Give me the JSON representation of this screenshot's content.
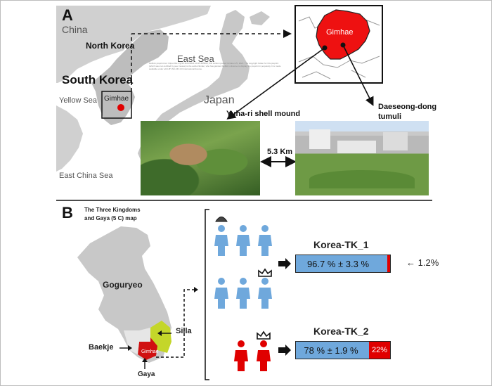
{
  "panel_a": {
    "letter": "A",
    "labels": {
      "china": "China",
      "north_korea": "North Korea",
      "south_korea": "South Korea",
      "east_sea": "East Sea",
      "japan": "Japan",
      "yellow_sea": "Yellow Sea",
      "gimhae": "Gimhae",
      "gimhae_inset": "Gimhae",
      "east_china_sea": "East China Sea",
      "yuha_ri": "Yuha-ri shell mound",
      "daeseong_dong_1": "Daeseong-dong",
      "daeseong_dong_2": "tumuli",
      "distance": "5.3 Km"
    },
    "watermark": [
      "bioRxiv preprint doi: https://doi.org/10.1101/2021.10.25.465663; this version posted October 25, 2021. The copyright holder for this preprint",
      "(which was not certified by peer review) is the author/funder, who has granted bioRxiv a license to display the preprint in perpetuity. It is made",
      "available under aCC-BY-NC-ND 4.0 International license."
    ]
  },
  "panel_b": {
    "letter": "B",
    "map_title_1": "The Three Kingdoms",
    "map_title_2": "and Gaya (5 C) map",
    "labels": {
      "goguryeo": "Goguryeo",
      "silla": "Silla",
      "baekje": "Baekje",
      "gaya": "Gaya",
      "gimhae": "Gimhae"
    },
    "colors": {
      "blue": "#6fa8dc",
      "red": "#e00000",
      "silla": "#c4d62a",
      "gaya": "#d01010"
    },
    "icons": {
      "top_group": "shell-crown-icon",
      "mid_group": "crown-icon",
      "bottom_group": "crown-icon"
    },
    "groups": [
      {
        "title": "Korea-TK_1",
        "main_label": "96.7 % ± 3.3 %",
        "side_label": "",
        "main_fraction": 0.967,
        "side_fraction": 0.033,
        "callout": "1.2%"
      },
      {
        "title": "Korea-TK_2",
        "main_label": "78 % ± 1.9 %",
        "side_label": "22%",
        "main_fraction": 0.78,
        "side_fraction": 0.22,
        "callout": ""
      }
    ]
  }
}
